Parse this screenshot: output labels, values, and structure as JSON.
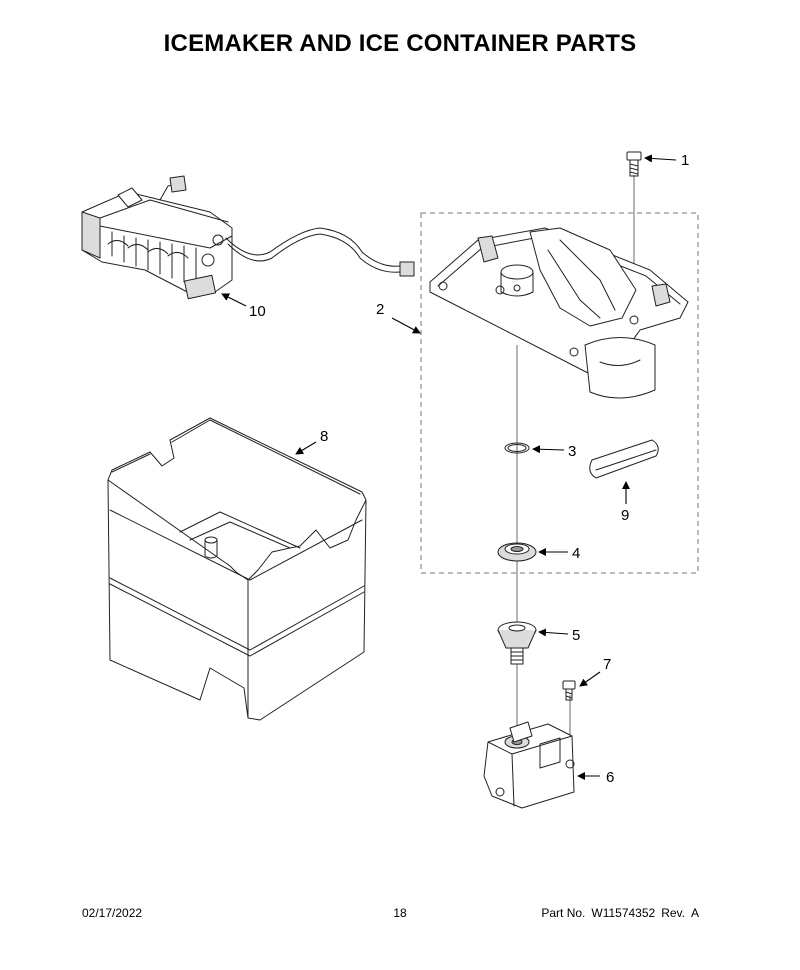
{
  "title": "ICEMAKER AND ICE CONTAINER PARTS",
  "callouts": [
    "1",
    "2",
    "3",
    "4",
    "5",
    "6",
    "7",
    "8",
    "9",
    "10"
  ],
  "footer": {
    "date": "02/17/2022",
    "page": "18",
    "part_label": "Part No.",
    "part_number": "W11574352",
    "revision": "Rev.  A"
  }
}
